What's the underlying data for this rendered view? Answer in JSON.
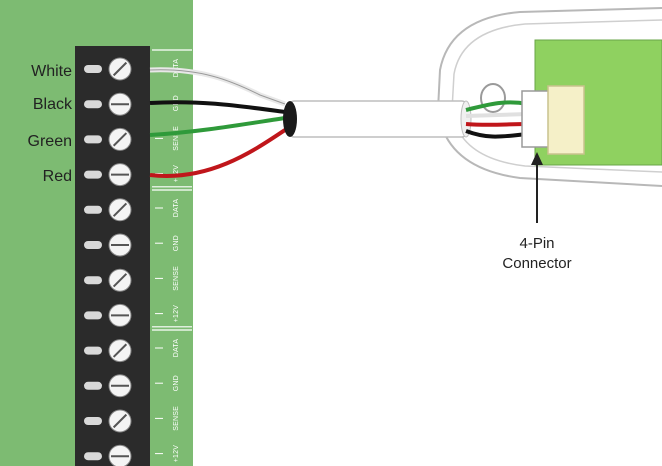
{
  "wire_labels": [
    "White",
    "Black",
    "Green",
    "Red"
  ],
  "pin_groups": [
    {
      "pins": [
        "DATA",
        "GND",
        "SENSE",
        "+12V"
      ]
    },
    {
      "pins": [
        "DATA",
        "GND",
        "SENSE",
        "+12V"
      ]
    },
    {
      "pins": [
        "DATA",
        "GND",
        "SENSE",
        "+12V"
      ]
    }
  ],
  "connector_callout": {
    "line1": "4-Pin",
    "line2": "Connector"
  },
  "colors": {
    "board_green": "#7dbb72",
    "terminal_block": "#2b2b2b",
    "wire_white": "#e8e8e8",
    "wire_black": "#111111",
    "wire_green": "#2f9a3a",
    "wire_red": "#c0161b",
    "sensor_board": "#8fd160",
    "connector_body": "#f5f0c8"
  }
}
